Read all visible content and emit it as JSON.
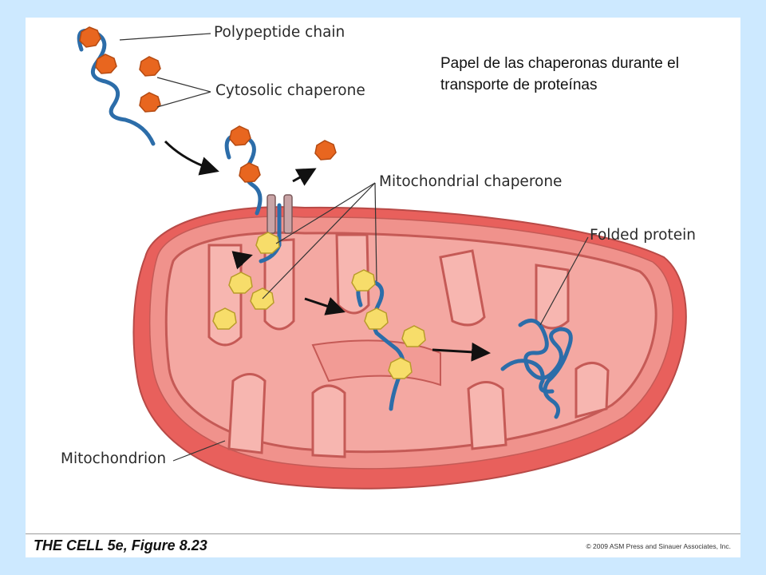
{
  "title": "Papel de las chaperonas durante el transporte de proteínas",
  "labels": {
    "polypeptide_chain": "Polypeptide chain",
    "cytosolic_chaperone": "Cytosolic chaperone",
    "mitochondrial_chaperone": "Mitochondrial chaperone",
    "folded_protein": "Folded protein",
    "mitochondrion": "Mitochondrion"
  },
  "footer": {
    "figure_ref": "THE CELL 5e, Figure 8.23",
    "copyright": "© 2009 ASM Press and Sinauer Associates, Inc."
  },
  "colors": {
    "background": "#cde9ff",
    "mito_outer": "#e8605c",
    "mito_inner": "#f0928c",
    "cytosolic_chaperone": "#e8661f",
    "mitochondrial_chaperone": "#f7dd6a",
    "polypeptide": "#2c6da9"
  },
  "icons": [
    "arrow-icon",
    "translocase-channel-icon"
  ]
}
